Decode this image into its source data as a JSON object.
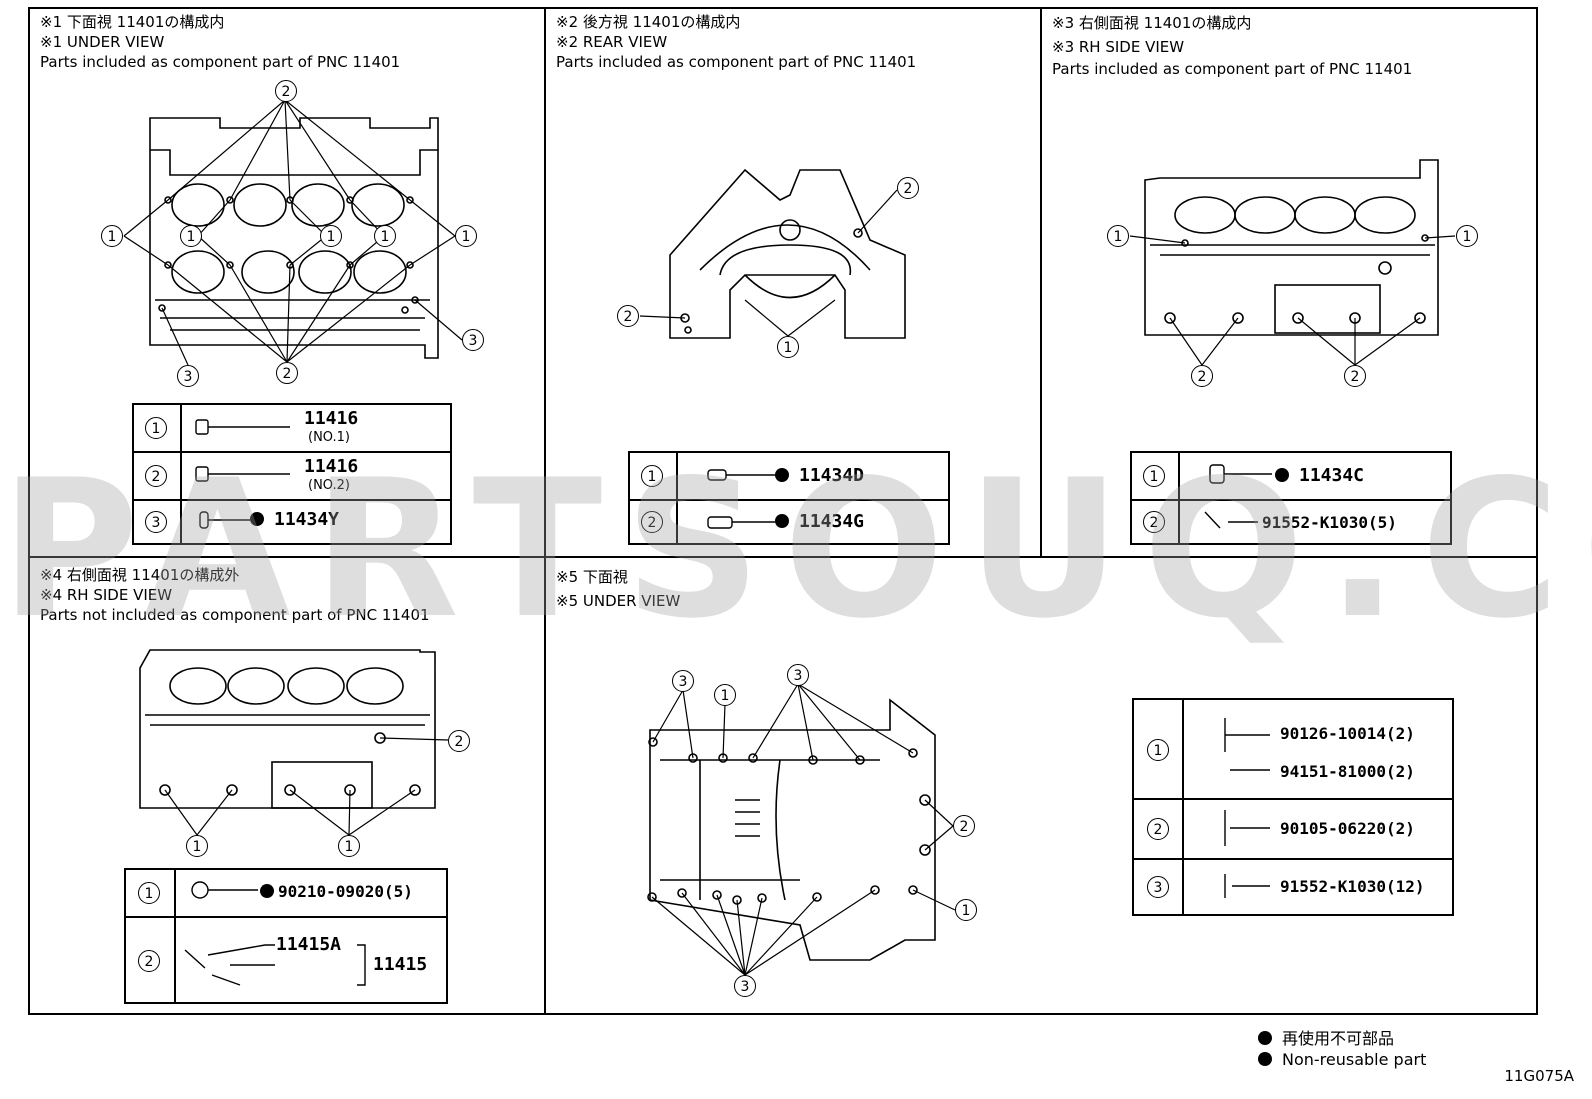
{
  "watermark": "PARTSOUQ.COM",
  "panels": {
    "p1": {
      "title_jp": "※1 下面視 11401の構成内",
      "title_en": "※1 UNDER VIEW",
      "note": "Parts included as component part of PNC 11401",
      "rows": [
        {
          "callout": "1",
          "part_no": "11416",
          "sub": "(NO.1)"
        },
        {
          "callout": "2",
          "part_no": "11416",
          "sub": "(NO.2)"
        },
        {
          "callout": "3",
          "part_no": "11434Y",
          "sub": ""
        }
      ]
    },
    "p2": {
      "title_jp": "※2 後方視 11401の構成内",
      "title_en": "※2 REAR VIEW",
      "note": "Parts included as component part of PNC 11401",
      "rows": [
        {
          "callout": "1",
          "part_no": "11434D"
        },
        {
          "callout": "2",
          "part_no": "11434G"
        }
      ]
    },
    "p3": {
      "title_jp": "※3 右側面視 11401の構成内",
      "title_en": "※3 RH SIDE VIEW",
      "note": "Parts included as component part of PNC 11401",
      "rows": [
        {
          "callout": "1",
          "part_no": "11434C"
        },
        {
          "callout": "2",
          "part_no": "91552-K1030(5)"
        }
      ]
    },
    "p4": {
      "title_jp": "※4 右側面視 11401の構成外",
      "title_en": "※4 RH SIDE VIEW",
      "note": "Parts not included as component part of PNC 11401",
      "rows": [
        {
          "callout": "1",
          "part_no": "90210-09020(5)"
        },
        {
          "callout": "2",
          "part_no": "11415A",
          "assy": "11415"
        }
      ]
    },
    "p5": {
      "title_jp": "※5 下面視",
      "title_en": "※5 UNDER VIEW",
      "rows": [
        {
          "callout": "1",
          "part_no": "90126-10014(2)",
          "part_no_b": "94151-81000(2)"
        },
        {
          "callout": "2",
          "part_no": "90105-06220(2)"
        },
        {
          "callout": "3",
          "part_no": "91552-K1030(12)"
        }
      ]
    }
  },
  "legend": {
    "jp": "再使用不可部品",
    "en": "Non-reusable part"
  },
  "figure_code": "11G075A",
  "callouts": {
    "c1": "1",
    "c2": "2",
    "c3": "3"
  }
}
